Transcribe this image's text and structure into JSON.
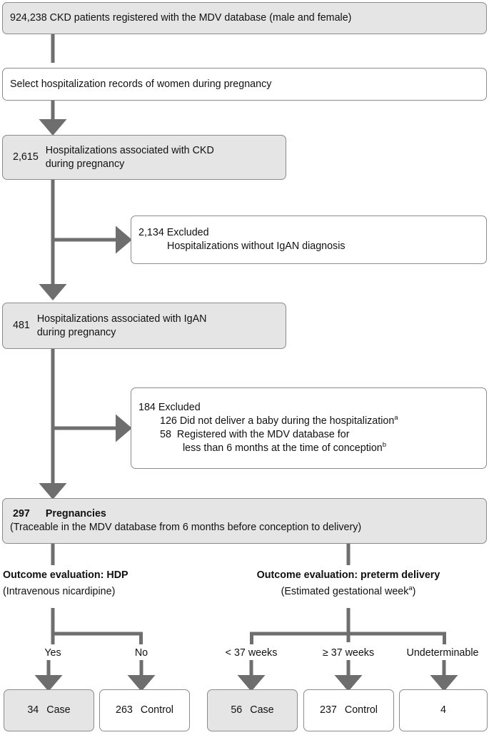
{
  "colors": {
    "shaded_fill": "#e5e5e5",
    "box_border": "#8b8b8b",
    "connector": "#6e6e6e",
    "text": "#111111",
    "page_bg": "#ffffff"
  },
  "flowchart": {
    "title": "CKD / IgAN pregnancy cohort selection flowchart",
    "nodes": {
      "source_cohort": {
        "text": "924,238 CKD patients registered with the MDV database (male and female)",
        "shaded": true
      },
      "selection_step": {
        "text": "Select hospitalization records of women during pregnancy",
        "shaded": false
      },
      "ckd_hospitalizations": {
        "count": "2,615",
        "line1": "Hospitalizations associated with CKD",
        "line2": "during pregnancy",
        "shaded": true
      },
      "excluded_ckd": {
        "line1": "2,134 Excluded",
        "line2": "Hospitalizations without IgAN diagnosis",
        "shaded": false
      },
      "igan_hospitalizations": {
        "count": "481",
        "line1": "Hospitalizations associated  with IgAN",
        "line2": "during pregnancy",
        "shaded": true
      },
      "excluded_igan": {
        "line1": "184 Excluded",
        "line2_num": "126",
        "line2_text": "Did not deliver a baby during the hospitalization",
        "line2_sup": "a",
        "line3_num": "58",
        "line3_text": "Registered with the MDV database for",
        "line4_text": "less than 6 months at the time of conception",
        "line4_sup": "b",
        "shaded": false
      },
      "pregnancies": {
        "count": "297",
        "label": "Pregnancies",
        "subtitle": "(Traceable in the MDV database from 6 months before conception to delivery)",
        "shaded": true
      }
    },
    "branches": [
      {
        "id": "hdp",
        "heading": "Outcome evaluation: HDP",
        "subheading": "(Intravenous nicardipine)",
        "options": [
          "Yes",
          "No"
        ],
        "outcomes": [
          {
            "count": "34",
            "label": "Case",
            "shaded": true
          },
          {
            "count": "263",
            "label": "Control",
            "shaded": false
          }
        ]
      },
      {
        "id": "preterm",
        "heading": "Outcome evaluation: preterm delivery",
        "subheading_text": "(Estimated gestational week",
        "subheading_sup": "a",
        "subheading_tail": ")",
        "options": [
          "< 37 weeks",
          "≥ 37 weeks",
          "Undeterminable"
        ],
        "outcomes": [
          {
            "count": "56",
            "label": "Case",
            "shaded": true
          },
          {
            "count": "237",
            "label": "Control",
            "shaded": false
          },
          {
            "count": "4",
            "label": "",
            "shaded": false
          }
        ]
      }
    ]
  }
}
